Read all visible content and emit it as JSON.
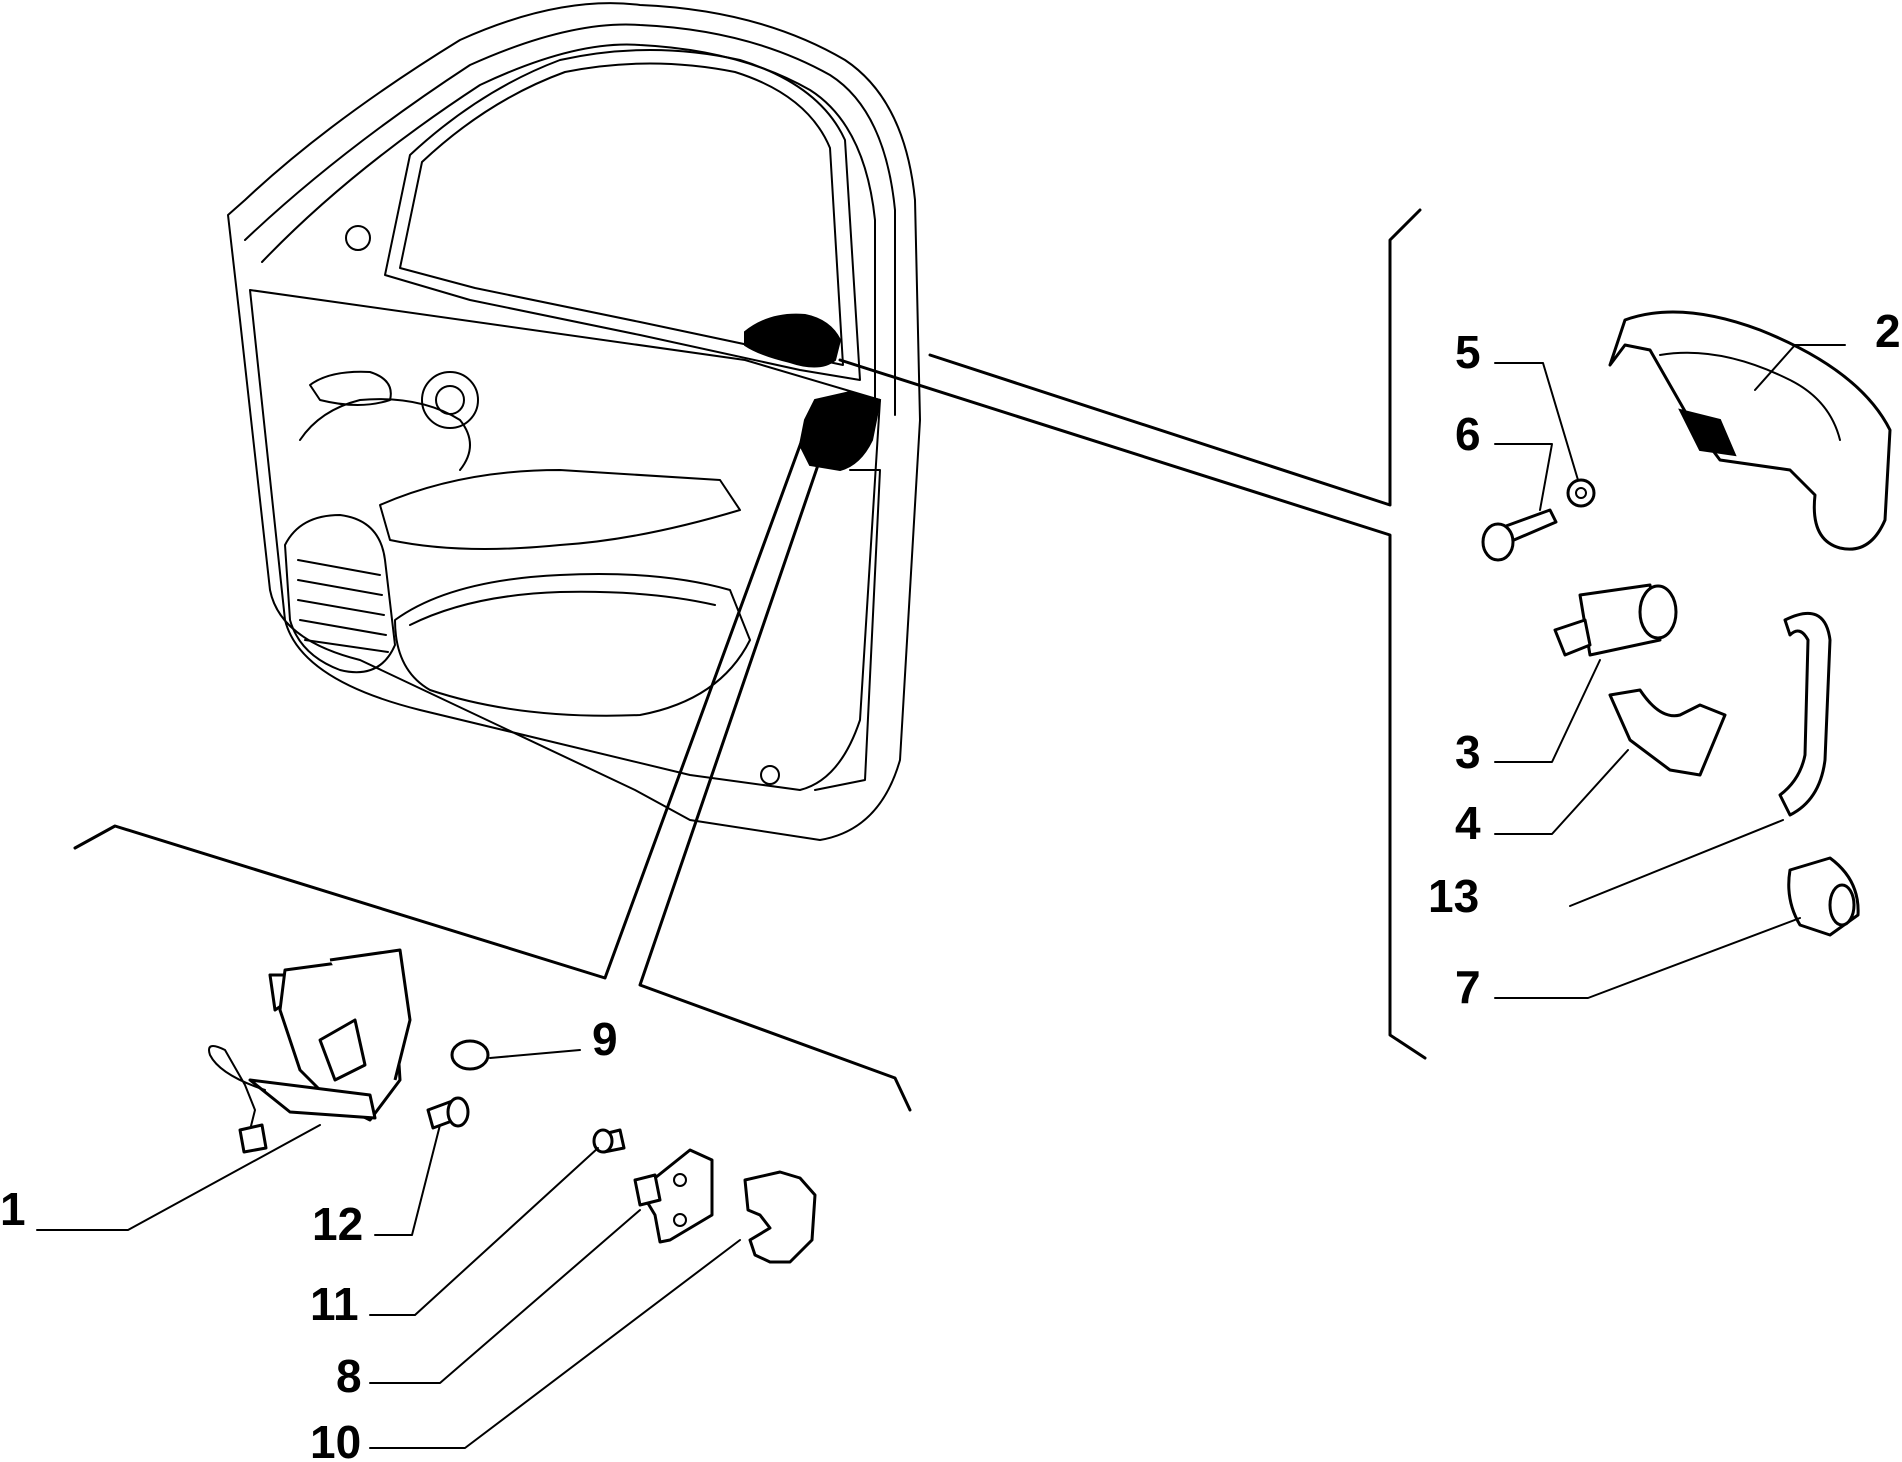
{
  "diagram": {
    "callouts": [
      {
        "id": "p1",
        "number": "1"
      },
      {
        "id": "p2",
        "number": "2"
      },
      {
        "id": "p3",
        "number": "3"
      },
      {
        "id": "p4",
        "number": "4"
      },
      {
        "id": "p5",
        "number": "5"
      },
      {
        "id": "p6",
        "number": "6"
      },
      {
        "id": "p7",
        "number": "7"
      },
      {
        "id": "p8",
        "number": "8"
      },
      {
        "id": "p9",
        "number": "9"
      },
      {
        "id": "p10",
        "number": "10"
      },
      {
        "id": "p11",
        "number": "11"
      },
      {
        "id": "p12",
        "number": "12"
      },
      {
        "id": "p13",
        "number": "13"
      }
    ],
    "colors": {
      "ink": "#000000",
      "background": "#ffffff"
    }
  }
}
